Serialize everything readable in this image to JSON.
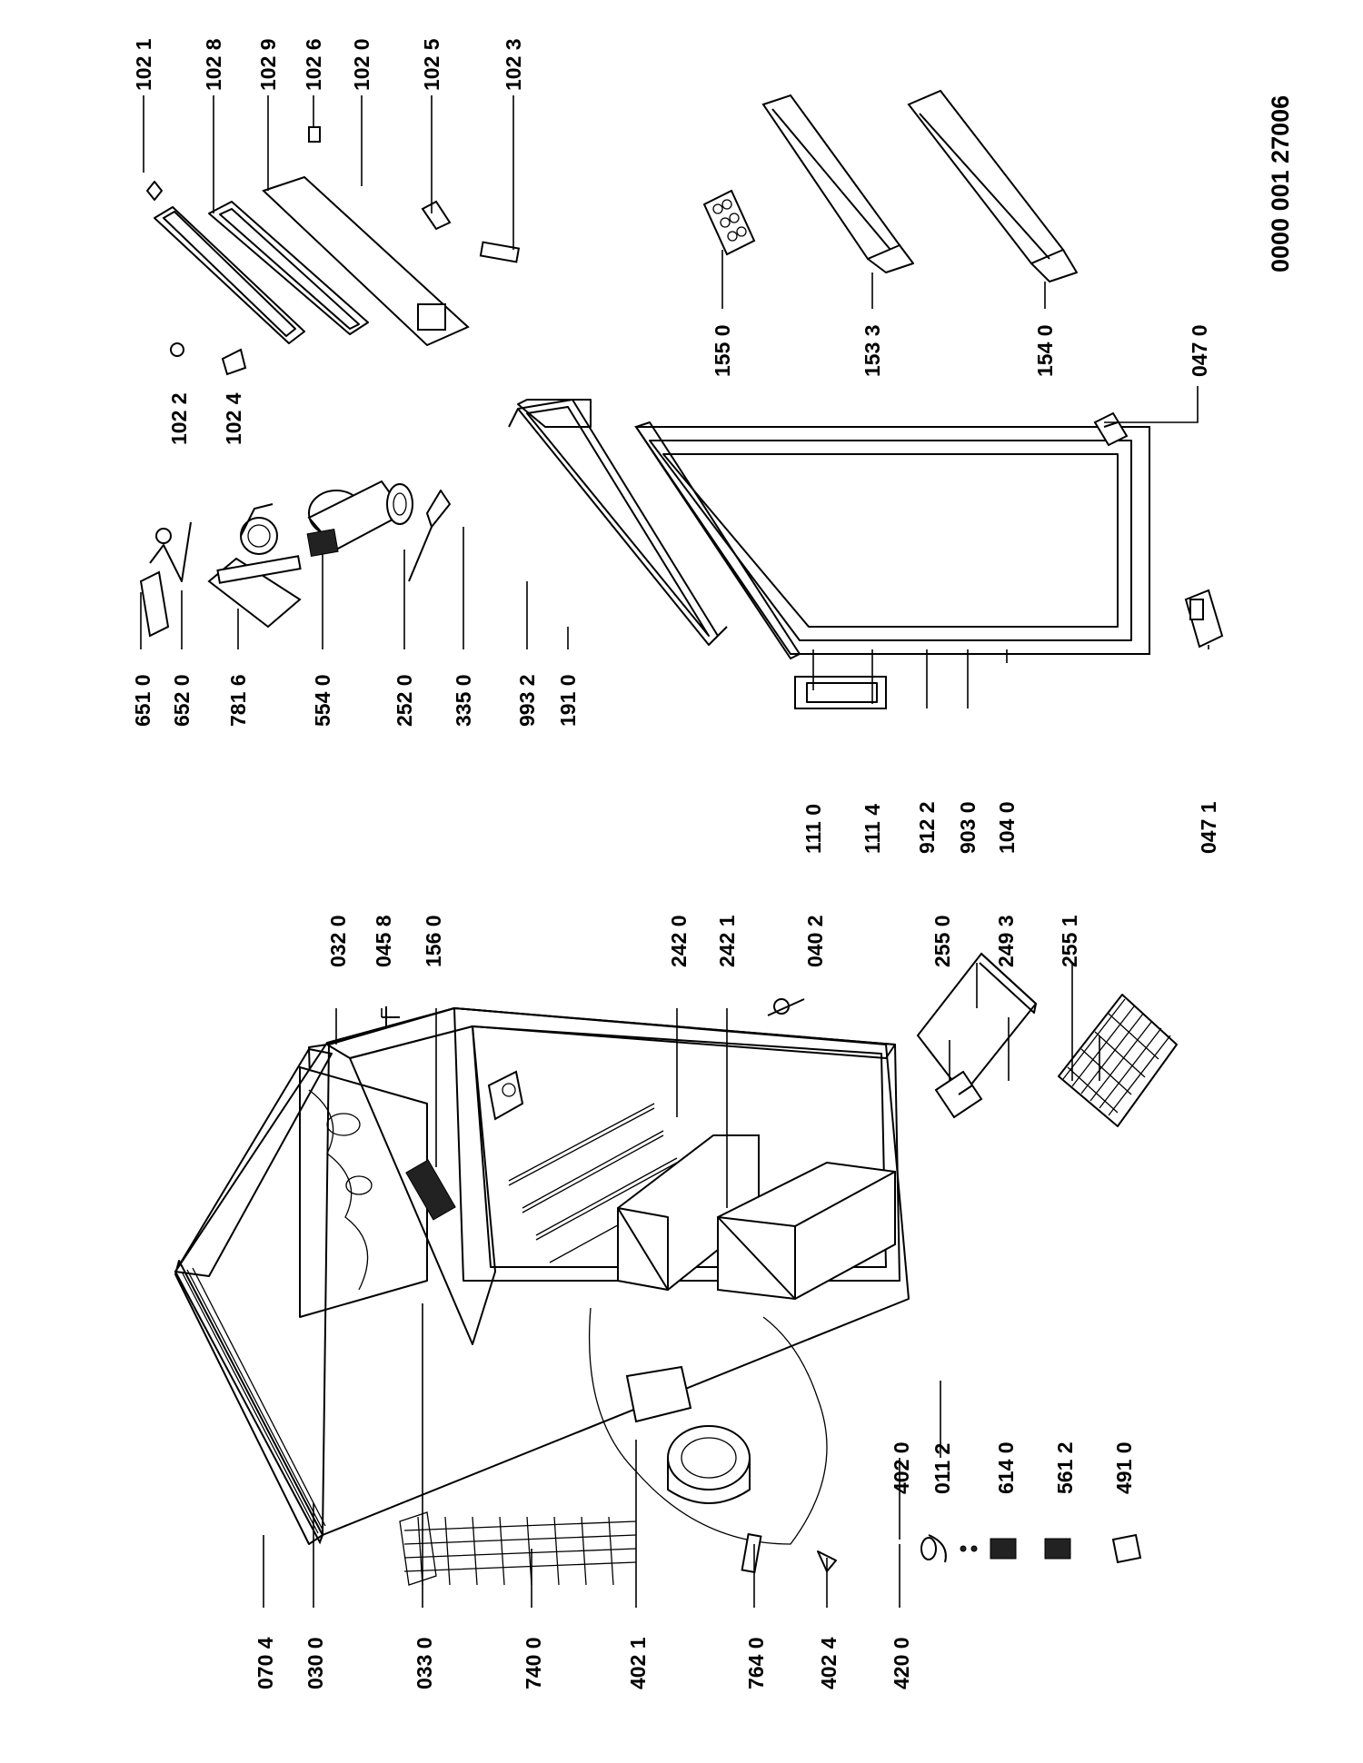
{
  "document_number": "0000 001 27006",
  "callouts": {
    "c0704": "070 4",
    "c0300": "030 0",
    "c0330": "033 0",
    "c7400": "740 0",
    "c4021": "402 1",
    "c7640": "764 0",
    "c4024": "402 4",
    "c4200": "420 0",
    "c4020": "402 0",
    "c0112": "011 2",
    "c6140": "614 0",
    "c5612": "561 2",
    "c4910": "491 0",
    "c2550": "255 0",
    "c2493": "249 3",
    "c2551": "255 1",
    "c0320": "032 0",
    "c0458": "045 8",
    "c1560": "156 0",
    "c2420": "242 0",
    "c2421": "242 1",
    "c0402": "040 2",
    "c6510": "651 0",
    "c6520": "652 0",
    "c7816": "781 6",
    "c5540": "554 0",
    "c2520": "252 0",
    "c3350": "335 0",
    "c9932": "993 2",
    "c1910": "191 0",
    "c1110": "111 0",
    "c1114": "111 4",
    "c9122": "912 2",
    "c9030": "903 0",
    "c1040": "104 0",
    "c0471": "047 1",
    "c1022": "102 2",
    "c1024": "102 4",
    "c1550": "155 0",
    "c1533": "153 3",
    "c1540": "154 0",
    "c0470": "047 0",
    "c1021": "102 1",
    "c1028": "102 8",
    "c1029": "102 9",
    "c1026": "102 6",
    "c1020": "102 0",
    "c1025": "102 5",
    "c1023": "102 3"
  }
}
